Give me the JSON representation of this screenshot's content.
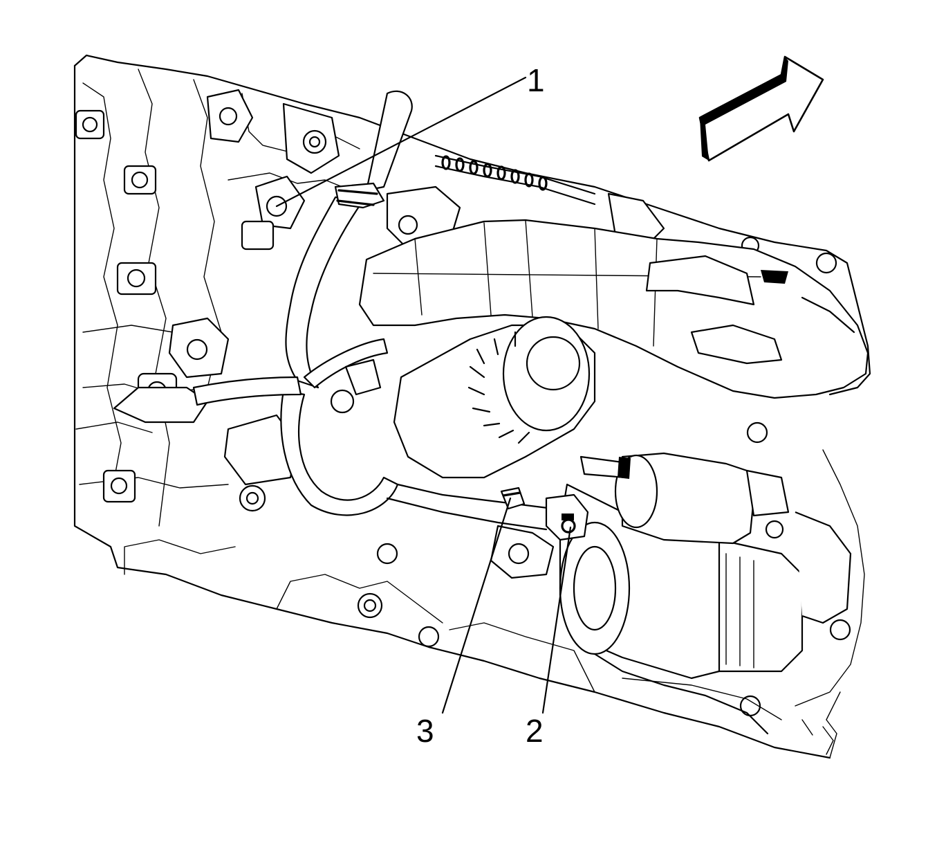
{
  "diagram": {
    "callouts": [
      {
        "number": "1",
        "target": "hose-clip"
      },
      {
        "number": "2",
        "target": "starter-solenoid-terminal"
      },
      {
        "number": "3",
        "target": "wiring-harness-clip"
      }
    ],
    "orientation_arrow": "front-arrow-icon"
  },
  "colors": {
    "line": "#000000",
    "background": "#ffffff"
  }
}
